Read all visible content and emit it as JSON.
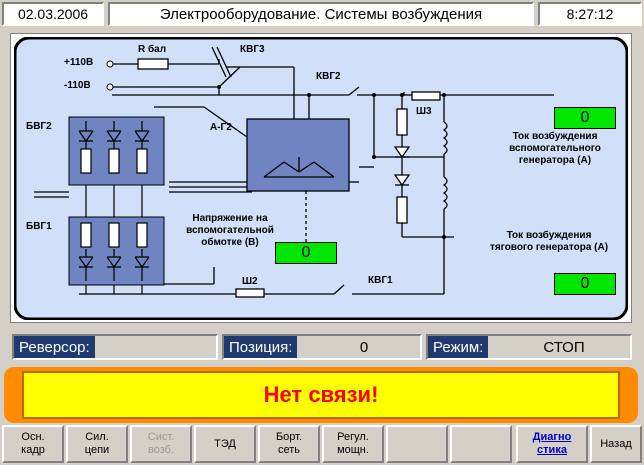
{
  "header": {
    "date": "02.03.2006",
    "title": "Электрооборудование. Системы возбуждения",
    "time": "8:27:12"
  },
  "diagram": {
    "labels": {
      "plus110": "+110В",
      "minus110": "-110В",
      "rbal": "R бал",
      "kvg3": "КВГ3",
      "kvg2": "КВГ2",
      "kvg1": "КВГ1",
      "bvg2": "БВГ2",
      "bvg1": "БВГ1",
      "ag2": "А-Г2",
      "sh3": "Ш3",
      "sh2": "Ш2"
    },
    "readouts": {
      "aux_voltage": {
        "label": "Напряжение на вспомогательной обмотке (В)",
        "value": "0"
      },
      "aux_gen_current": {
        "label": "Ток возбуждения вспомогательного генератора (А)",
        "value": "0"
      },
      "traction_gen_current": {
        "label": "Ток возбуждения тягового генератора (А)",
        "value": "0"
      }
    }
  },
  "status": {
    "reverser": {
      "label": "Реверсор:",
      "value": ""
    },
    "position": {
      "label": "Позиция:",
      "value": "0"
    },
    "mode": {
      "label": "Режим:",
      "value": "СТОП"
    }
  },
  "alarm": {
    "text": "Нет связи!"
  },
  "function_keys": [
    {
      "label": "Осн.\nкадр",
      "state": "normal"
    },
    {
      "label": "Сил.\nцепи",
      "state": "normal"
    },
    {
      "label": "Сист.\nвозб.",
      "state": "disabled"
    },
    {
      "label": "ТЭД",
      "state": "normal"
    },
    {
      "label": "Борт.\nсеть",
      "state": "normal"
    },
    {
      "label": "Регул.\nмощн.",
      "state": "normal"
    },
    {
      "label": "",
      "state": "normal"
    },
    {
      "label": "",
      "state": "normal"
    },
    {
      "label": "Диагно\nстика",
      "state": "active"
    },
    {
      "label": "Назад",
      "state": "normal"
    }
  ],
  "colors": {
    "diagram_bg": "#cfe0f8",
    "value_bg": "#00e600",
    "status_key_bg": "#1e3a6e",
    "alarm_outer": "#ff8c00",
    "alarm_inner": "#ffff00",
    "alarm_text": "#ff0000",
    "rectifier_block": "#6f84c0"
  }
}
